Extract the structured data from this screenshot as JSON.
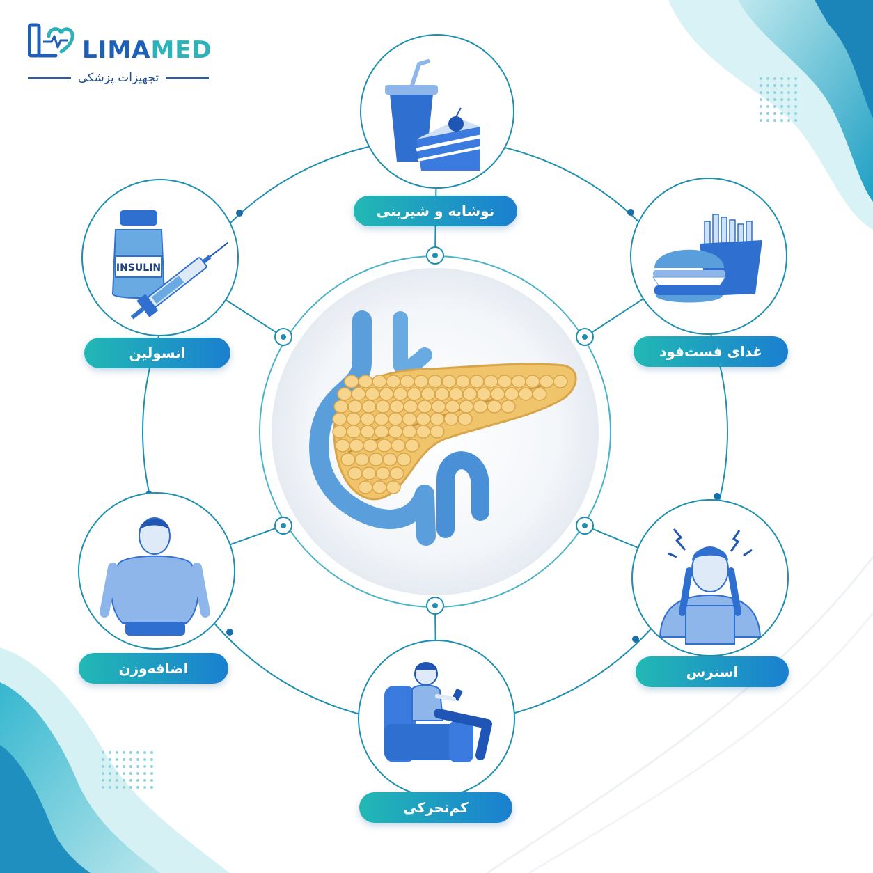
{
  "brand": {
    "name_part1": "LIMA",
    "name_part2": "MED",
    "tagline": "تجهیزات پزشکی",
    "colors": {
      "primary": "#1f5fb5",
      "accent": "#2bb3b9"
    }
  },
  "center": {
    "icon": "pancreas-icon"
  },
  "nodes": [
    {
      "id": "drinks",
      "label": "نوشابه و شیرینی",
      "icon": "soda-cake-icon"
    },
    {
      "id": "fastfood",
      "label": "غذای فست‌فود",
      "icon": "burger-fries-icon"
    },
    {
      "id": "stress",
      "label": "استرس",
      "icon": "stressed-person-icon"
    },
    {
      "id": "inactivity",
      "label": "کم‌تحرکی",
      "icon": "person-on-couch-icon"
    },
    {
      "id": "overweight",
      "label": "اضافه‌وزن",
      "icon": "overweight-person-icon"
    },
    {
      "id": "insulin",
      "label": "انسولین",
      "icon": "insulin-vial-syringe-icon",
      "vial_text": "INSULIN"
    }
  ],
  "colors": {
    "line": "#1e8fb0",
    "blue": "#2f6fcf",
    "light_blue": "#8fb6ea",
    "teal": "#22b8b4",
    "pancreas": "#f0c46a"
  }
}
